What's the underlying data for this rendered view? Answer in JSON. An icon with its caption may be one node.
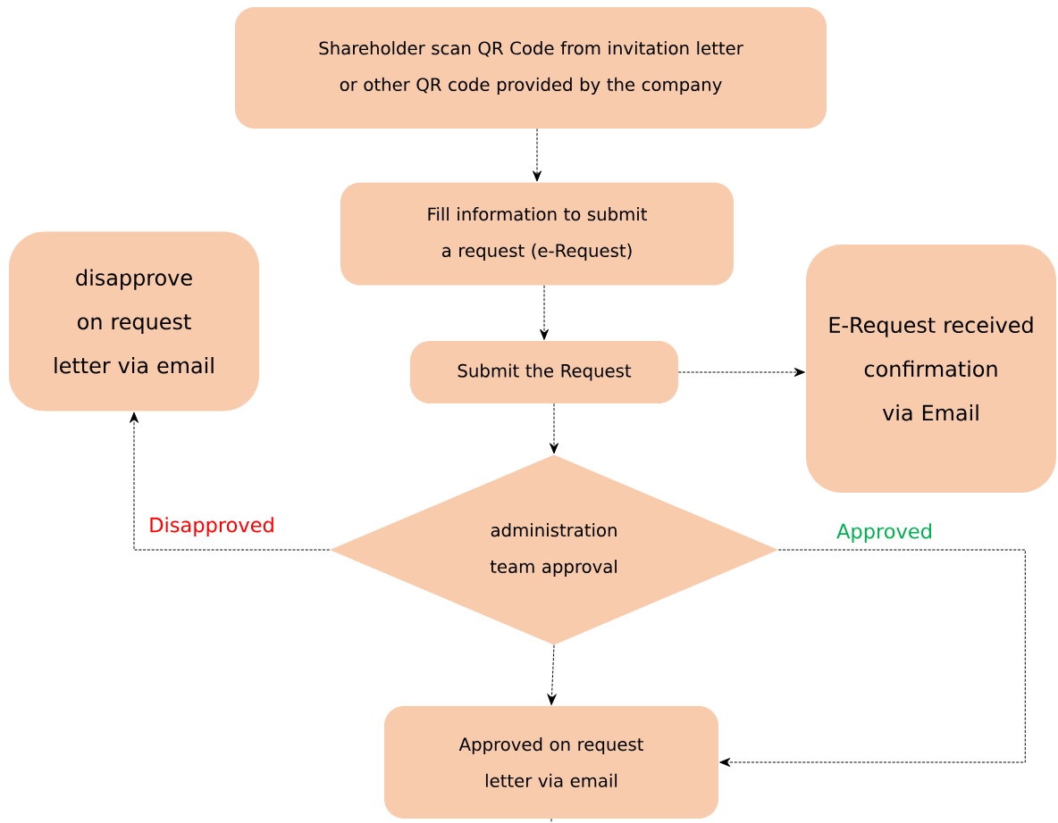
{
  "diagram": {
    "nodes": [
      {
        "text": [
          "Shareholder scan QR Code from invitation letter or other QR code provided by the company"
        ]
      },
      {
        "text": [
          "Fill information to submit a request (e-Request)"
        ]
      },
      {
        "text": [
          "disapprove on request letter via email"
        ]
      },
      {
        "text": [
          "E-Request received confirmation via Email"
        ]
      },
      {
        "text": [
          "Submit the Request"
        ]
      },
      {
        "text": [
          "administration team approval"
        ]
      },
      {
        "text": [
          "Approved on request letter via email"
        ]
      }
    ],
    "edges": [
      {
        "from": 0,
        "to": 1,
        "arrow": "to",
        "style": "dashed"
      },
      {
        "from": 1,
        "to": 4,
        "arrow": "to",
        "style": "dashed"
      },
      {
        "from": 4,
        "to": 3,
        "arrow": "to",
        "style": "dashed"
      },
      {
        "from": 4,
        "to": 5,
        "arrow": "to",
        "style": "dashed"
      },
      {
        "from": 5,
        "to": 2,
        "arrow": "to",
        "style": "dashed",
        "label": "Disapproved"
      },
      {
        "from": 5,
        "to": 6,
        "arrow": "to",
        "style": "dashed",
        "label": "Approved"
      },
      {
        "from": 5,
        "to": 6,
        "arrow": "to",
        "style": "dashed"
      },
      {
        "from": 6,
        "to": null,
        "arrow": "none",
        "style": "dashed"
      }
    ]
  }
}
